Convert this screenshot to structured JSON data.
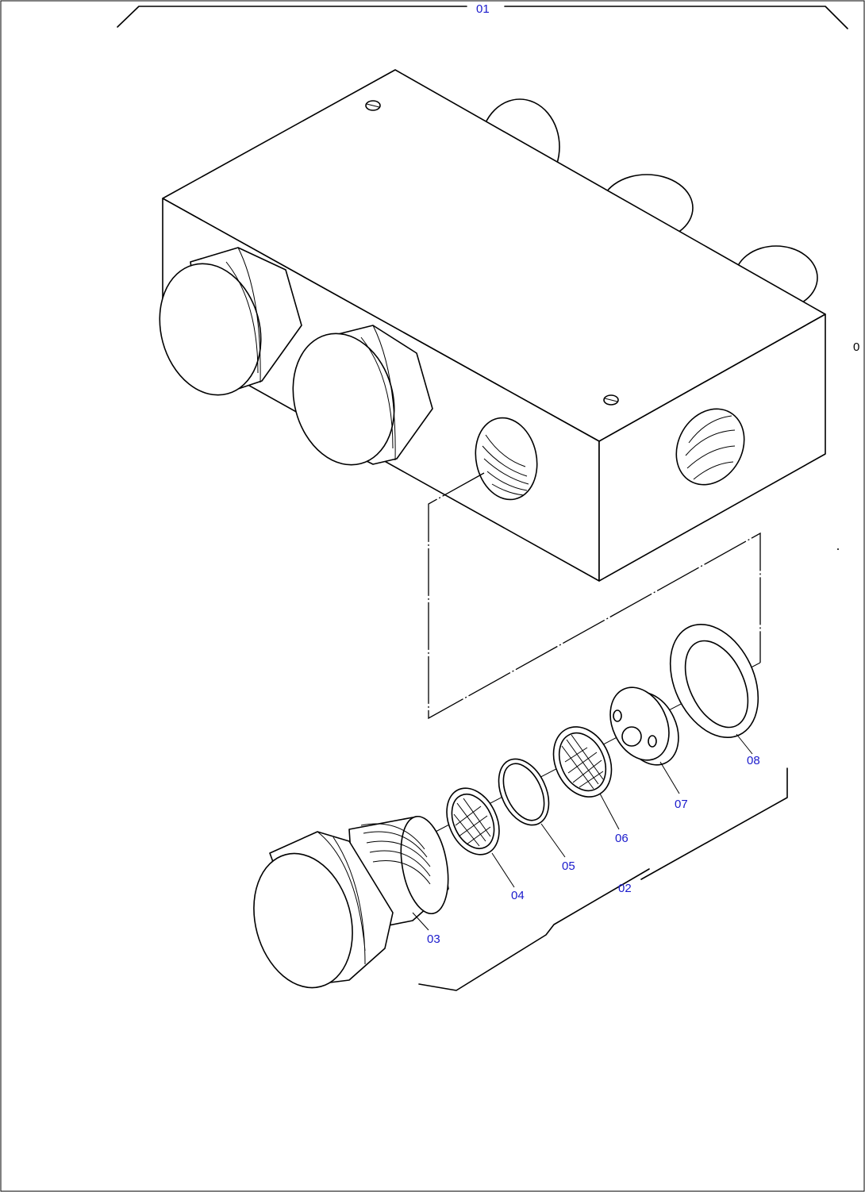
{
  "callouts": {
    "c01": "01",
    "c02": "02",
    "c03": "03",
    "c04": "04",
    "c05": "05",
    "c06": "06",
    "c07": "07",
    "c08": "08",
    "side_mark": "0"
  },
  "colors": {
    "line": "#000000",
    "callout": "#1a1acc",
    "background": "#ffffff"
  }
}
